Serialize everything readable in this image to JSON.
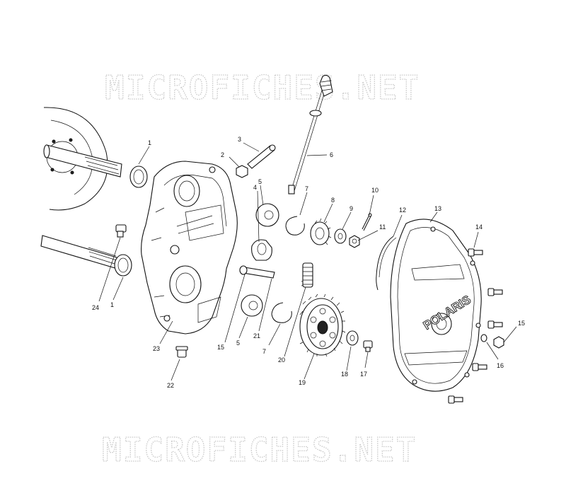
{
  "watermark": {
    "top": "MICROFICHES.NET",
    "bottom": "MICROFICHES.NET"
  },
  "cover_logo": "POLARIS",
  "callouts": [
    {
      "id": "c1a",
      "label": "1"
    },
    {
      "id": "c1b",
      "label": "1"
    },
    {
      "id": "c2",
      "label": "2"
    },
    {
      "id": "c3",
      "label": "3"
    },
    {
      "id": "c4",
      "label": "4"
    },
    {
      "id": "c5a",
      "label": "5"
    },
    {
      "id": "c5b",
      "label": "5"
    },
    {
      "id": "c6",
      "label": "6"
    },
    {
      "id": "c7a",
      "label": "7"
    },
    {
      "id": "c7b",
      "label": "7"
    },
    {
      "id": "c8",
      "label": "8"
    },
    {
      "id": "c9",
      "label": "9"
    },
    {
      "id": "c10",
      "label": "10"
    },
    {
      "id": "c11",
      "label": "11"
    },
    {
      "id": "c12",
      "label": "12"
    },
    {
      "id": "c13",
      "label": "13"
    },
    {
      "id": "c14",
      "label": "14"
    },
    {
      "id": "c15a",
      "label": "15"
    },
    {
      "id": "c15b",
      "label": "15"
    },
    {
      "id": "c16",
      "label": "16"
    },
    {
      "id": "c17",
      "label": "17"
    },
    {
      "id": "c18",
      "label": "18"
    },
    {
      "id": "c19",
      "label": "19"
    },
    {
      "id": "c20",
      "label": "20"
    },
    {
      "id": "c21",
      "label": "21"
    },
    {
      "id": "c22",
      "label": "22"
    },
    {
      "id": "c23",
      "label": "23"
    },
    {
      "id": "c24",
      "label": "24"
    }
  ]
}
